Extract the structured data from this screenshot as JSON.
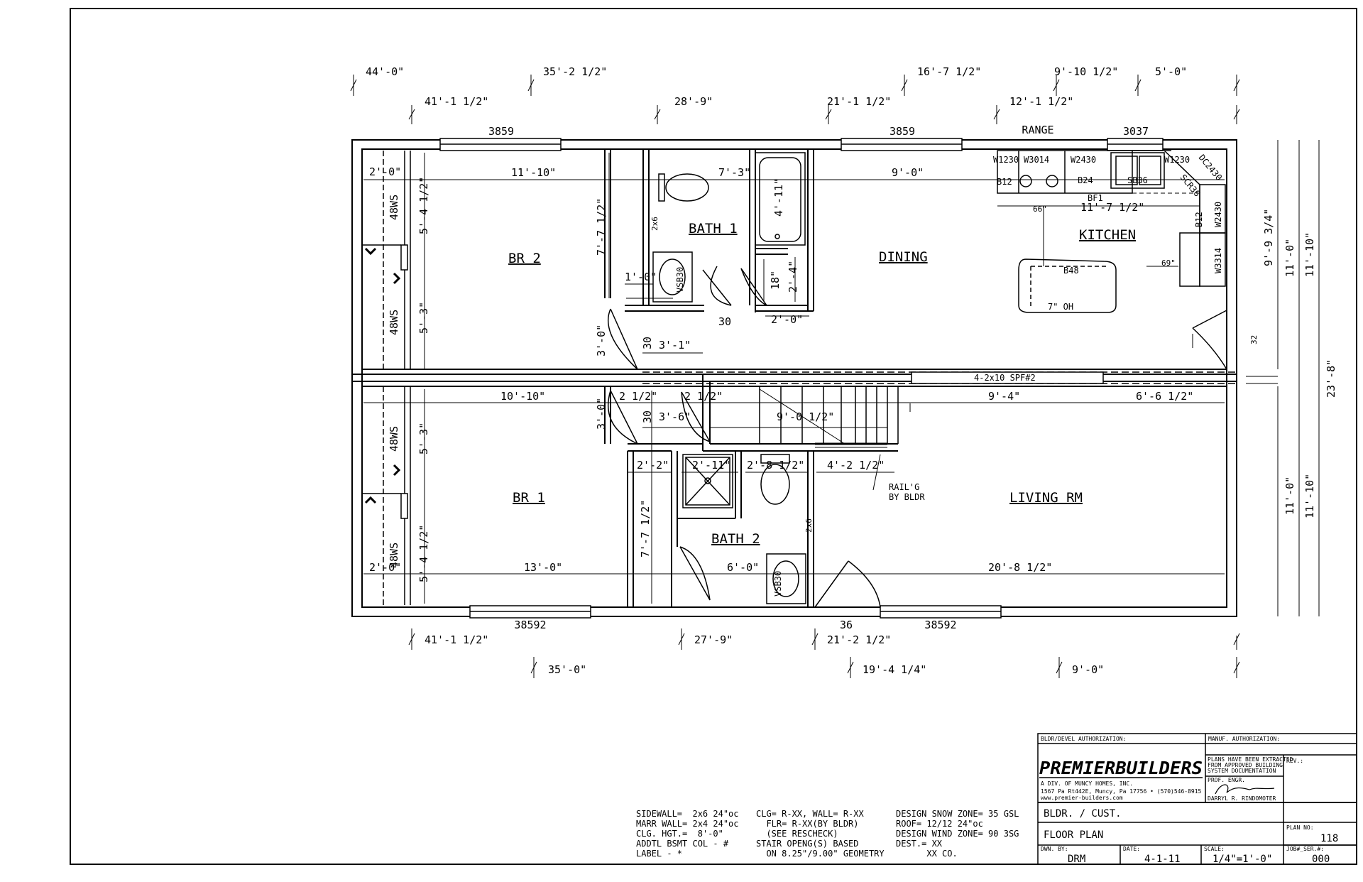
{
  "rooms": {
    "br2": "BR 2",
    "bath1": "BATH 1",
    "dining": "DINING",
    "kitchen": "KITCHEN",
    "br1": "BR 1",
    "bath2": "BATH 2",
    "living": "LIVING RM"
  },
  "dims": {
    "top_outer": [
      "44'-0\"",
      "35'-2 1/2\"",
      "16'-7 1/2\"",
      "9'-10 1/2\"",
      "5'-0\""
    ],
    "top_inner": [
      "41'-1 1/2\"",
      "28'-9\"",
      "21'-1 1/2\"",
      "12'-1 1/2\""
    ],
    "bottom_inner": [
      "41'-1 1/2\"",
      "27'-9\"",
      "21'-2 1/2\""
    ],
    "bottom_outer": [
      "35'-0\"",
      "19'-4 1/4\"",
      "9'-0\""
    ],
    "right": [
      "9'-9 3/4\"",
      "11'-0\"",
      "11'-10\"",
      "23'-8\"",
      "11'-0\"",
      "11'-10\""
    ],
    "interior": {
      "br2_w": "11'-10\"",
      "bath1_w": "7'-3\"",
      "dining_w": "9'-0\"",
      "kitchen_w": "11'-7 1/2\"",
      "tub": "4'-11\"",
      "br2_h": "7'-7 1/2\"",
      "br2_a": "5'-4 1/2\"",
      "br2_b": "5'-3\"",
      "wall_2ft": "2'-0\"",
      "d1": "1'-0\"",
      "d2": "2'-4\"",
      "d3": "2'-0\"",
      "d4": "18\"",
      "d5": "3'-1\"",
      "d6": "3'-0\"",
      "d7": "30",
      "d8": "30",
      "d9": "30",
      "br1_w": "10'-10\"",
      "h1": "2 1/2\"",
      "h2": "2 1/2\"",
      "h3": "3'-6\"",
      "h4": "9'-0 1/2\"",
      "h5": "9'-4\"",
      "h6": "6'-6 1/2\"",
      "h7": "3'-0\"",
      "br1_a": "5'-3\"",
      "br1_b": "5'-4 1/2\"",
      "b1": "2'-2\"",
      "b2": "2'-11\"",
      "b3": "2'-8 1/2\"",
      "b4": "4'-2 1/2\"",
      "br1_h": "7'-7 1/2\"",
      "br1_w2": "13'-0\"",
      "bath2_w": "6'-0\"",
      "living_w": "20'-8 1/2\"",
      "wall_2ft_b": "2'-0\"",
      "k1": "66\"",
      "k2": "69\"",
      "k3": "32"
    }
  },
  "windows": {
    "top": [
      "3859",
      "3859",
      "3037"
    ],
    "bottom": [
      "38592",
      "38592"
    ],
    "side": [
      "48WS",
      "48WS",
      "48WS",
      "48WS"
    ],
    "door36": "36"
  },
  "cabinets": {
    "range": "RANGE",
    "w1230a": "W1230",
    "w3014": "W3014",
    "w2430a": "W2430",
    "w1230b": "W1230",
    "dc2430": "DC2430",
    "b12a": "B12",
    "b24": "B24",
    "sb36": "SB36",
    "scr36": "SCR36",
    "bf1": "BF1",
    "b12b": "B12",
    "w2430b": "W2430",
    "w3314": "W3314",
    "b48": "B48",
    "oh": "7\" OH",
    "vsb30a": "VSB30",
    "vsb30b": "VSB30",
    "wall2x6a": "2x6",
    "wall2x6b": "2x6"
  },
  "labels": {
    "beam": "4-2x10 SPF#2",
    "railing1": "RAIL'G",
    "railing2": "BY BLDR"
  },
  "notes": {
    "col1": [
      "SIDEWALL=  2x6 24\"oc",
      "MARR WALL= 2x4 24\"oc",
      "CLG. HGT.=  8'-0\"",
      "ADDTL BSMT COL - #",
      "LABEL - *"
    ],
    "col2": [
      "CLG= R-XX, WALL= R-XX",
      "  FLR= R-XX(BY BLDR)",
      "  (SEE RESCHECK)",
      "STAIR OPENG(S) BASED",
      "  ON 8.25\"/9.00\" GEOMETRY"
    ],
    "col3": [
      "DESIGN SNOW ZONE= 35 GSL",
      "ROOF= 12/12 24\"oc",
      "DESIGN WIND ZONE= 90 3SG",
      "DEST.= XX",
      "      XX CO."
    ]
  },
  "titleblock": {
    "bldr_auth": "BLDR/DEVEL AUTHORIZATION:",
    "manuf_auth": "MANUF. AUTHORIZATION:",
    "logo": "PREMIERBUILDERS",
    "div": "A DIV. OF MUNCY HOMES, INC.",
    "address": "1567 Pa Rt442E, Muncy, Pa 17756  • (570)546-8915",
    "web": "www.premier-builders.com",
    "extracted": [
      "PLANS HAVE BEEN EXTRACTED",
      "FROM APPROVED BUILDING",
      "SYSTEM DOCUMENTATION"
    ],
    "prof_engr": "PROF. ENGR.",
    "engineer": "DARRYL R. RINDOMOTER",
    "rev": "REV.:",
    "bldr_cust": "BLDR. / CUST.",
    "floor_plan": "FLOOR PLAN",
    "plan_no_label": "PLAN NO:",
    "plan_no": "118",
    "dwn_label": "DWN. BY:",
    "dwn": "DRM",
    "date_label": "DATE:",
    "date": "4-1-11",
    "scale_label": "SCALE:",
    "scale": "1/4\"=1'-0\"",
    "job_label": "JOB#_SER.#:",
    "job": "000"
  }
}
